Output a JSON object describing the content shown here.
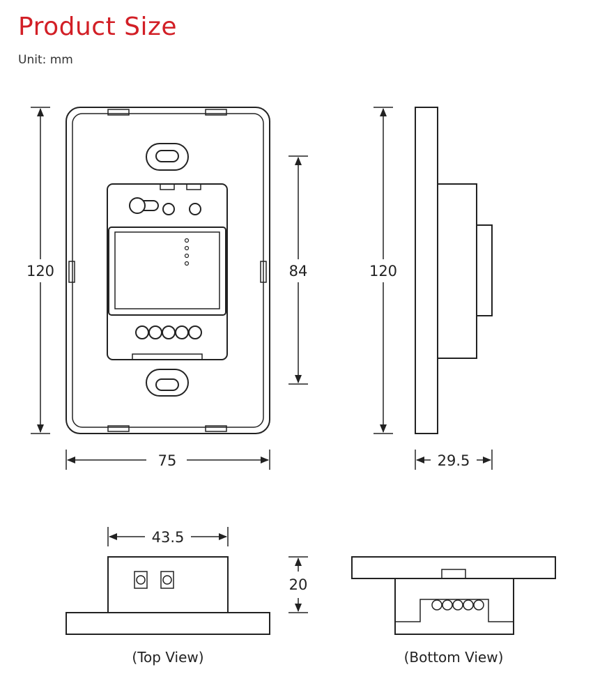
{
  "header": {
    "title": "Product Size",
    "unit": "Unit: mm"
  },
  "dimensions": {
    "front_height": "120",
    "front_width": "75",
    "module_height": "84",
    "side_height": "120",
    "side_depth": "29.5",
    "top_width": "43.5",
    "top_height": "20"
  },
  "captions": {
    "top_view": "(Top View)",
    "bottom_view": "(Bottom View)"
  },
  "colors": {
    "title": "#d21f26",
    "line": "#222222"
  }
}
